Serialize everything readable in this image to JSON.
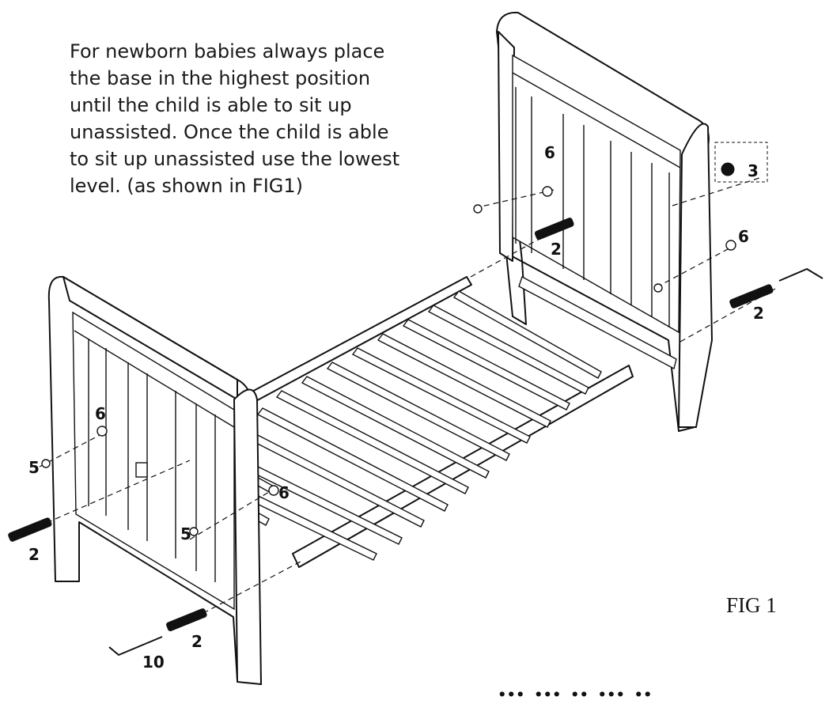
{
  "instruction": {
    "lines": [
      "For newborn babies always place",
      "the base in the highest position",
      "until the child is able to sit up",
      "unassisted. Once the child is able",
      "to sit up unassisted use the lowest",
      "level. (as shown in FIG1)"
    ]
  },
  "figure_label": "FIG 1",
  "parts": [
    {
      "id": "2",
      "name": "bolt"
    },
    {
      "id": "3",
      "name": "bolt-washer"
    },
    {
      "id": "5",
      "name": "cam-bolt"
    },
    {
      "id": "6",
      "name": "cam-lock"
    },
    {
      "id": "10",
      "name": "allen-key"
    }
  ],
  "callouts": [
    "6",
    "3",
    "2",
    "6",
    "2",
    "6",
    "5",
    "6",
    "5",
    "2",
    "2",
    "10"
  ],
  "cropped_bottom_text": "... ... .. ... .."
}
